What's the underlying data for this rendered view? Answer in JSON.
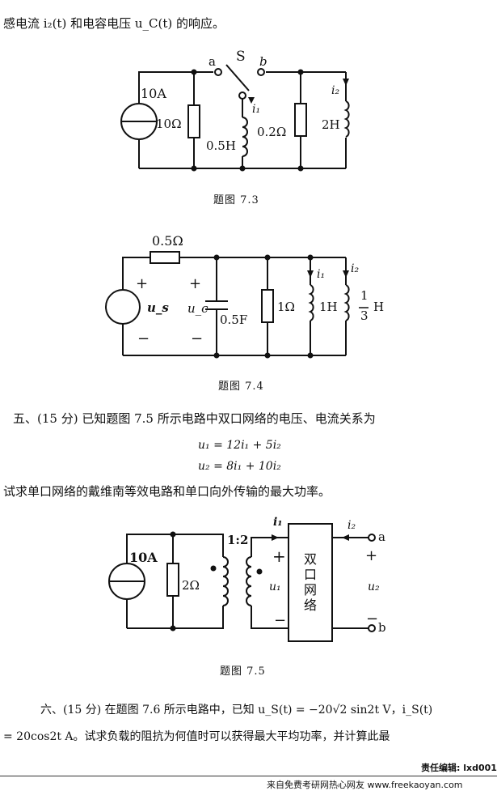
{
  "text": {
    "top_line": "感电流 i₂(t) 和电容电压 u_C(t) 的响应。",
    "problem5_line": "五、(15 分) 已知题图 7.5 所示电路中双口网络的电压、电流关系为",
    "eq1": "u₁ = 12i₁ + 5i₂",
    "eq2": "u₂ = 8i₁ + 10i₂",
    "problem5_question": "试求单口网络的戴维南等效电路和单口向外传输的最大功率。",
    "problem6_line1": "六、(15 分) 在题图 7.6 所示电路中，已知 u_S(t) = −20√2 sin2t V，i_S(t)",
    "problem6_line2": "= 20cos2t A。试求负载的阻抗为何值时可以获得最大平均功率，并计算此最",
    "footer_editor": "责任编辑: lxd001",
    "footer_source": "来自免费考研网热心网友 www.freekaoyan.com"
  },
  "figure_7_3": {
    "caption": "题图   7.3",
    "source": "10A",
    "r1": "10Ω",
    "switch": "S",
    "a": "a",
    "b": "b",
    "i1": "i₁",
    "l1": "0.5H",
    "r2": "0.2Ω",
    "i2": "i₂",
    "l2": "2H"
  },
  "figure_7_4": {
    "caption": "题图   7.4",
    "r_series": "0.5Ω",
    "source": "u_s",
    "plus1": "+",
    "minus1": "−",
    "plus2": "+",
    "minus2": "−",
    "uc": "u_c",
    "cap": "0.5F",
    "r": "1Ω",
    "i1": "i₁",
    "l1": "1H",
    "i2": "i₂",
    "l2_num": "1",
    "l2_den": "3",
    "l2_unit": "H"
  },
  "figure_7_5": {
    "caption": "题图   7.5",
    "source": "10A",
    "r": "2Ω",
    "ratio": "1:2",
    "i1": "i₁",
    "i2": "i₂",
    "plus1": "+",
    "minus1": "−",
    "u1": "u₁",
    "box": [
      "双",
      "口",
      "网",
      "络"
    ],
    "a": "a",
    "b": "b",
    "plus2": "+",
    "minus2": "−",
    "u2": "u₂"
  }
}
